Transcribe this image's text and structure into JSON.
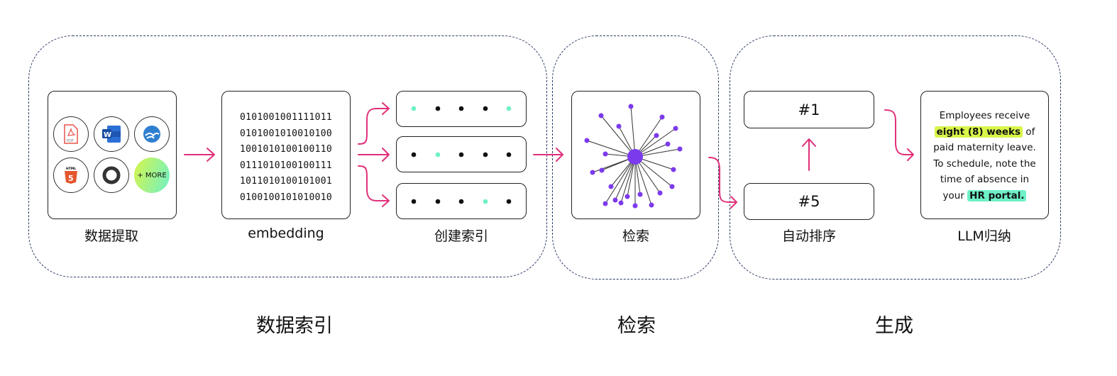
{
  "stages": {
    "extract": {
      "label": "数据提取",
      "icons": [
        "pdf-icon",
        "word-icon",
        "openoffice-icon",
        "html5-icon",
        "json-icon"
      ],
      "more_label": "+ MORE"
    },
    "embedding": {
      "label": "embedding",
      "binary_lines": [
        "0101001001111011",
        "0101001010010100",
        "1001010100100110",
        "0111010100100111",
        "1011010100101001",
        "0100100101010010"
      ]
    },
    "index": {
      "label": "创建索引",
      "rows": [
        [
          1,
          0,
          0,
          0,
          1
        ],
        [
          0,
          1,
          0,
          0,
          0
        ],
        [
          0,
          0,
          0,
          1,
          0
        ]
      ]
    },
    "search": {
      "label": "检索"
    },
    "rerank": {
      "label": "自动排序",
      "top": "#1",
      "bottom": "#5"
    },
    "llm": {
      "label": "LLM归纳",
      "text_1": "Employees receive",
      "highlight_1": "eight (8) weeks",
      "text_2": "of",
      "text_3": "paid maternity leave.",
      "text_4": "To schedule, note the",
      "text_5": "time of absence in",
      "text_6": "your",
      "highlight_2": "HR portal."
    }
  },
  "groups": {
    "indexing": "数据索引",
    "retrieval": "检索",
    "generation": "生成"
  },
  "colors": {
    "arrow": "#e0307a",
    "dot": "#111111",
    "dot_highlight": "#6ef0c8",
    "graph": "#7c3aed",
    "highlight_yellow": "#d8f54a",
    "highlight_teal": "#6ef0c8",
    "group_border": "#2c3a66"
  }
}
